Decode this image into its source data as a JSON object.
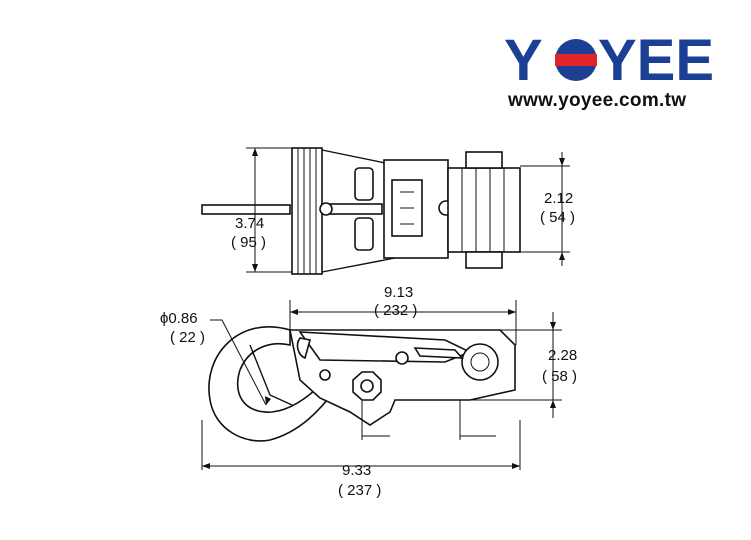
{
  "brand": {
    "logo_text": "YOYEE",
    "website": "www.yoyee.com.tw",
    "colors": {
      "logo_blue": "#1b3f95",
      "logo_red": "#e2252b",
      "line": "#111111"
    }
  },
  "top_view": {
    "height_in": "3.74",
    "height_mm": "( 95 )",
    "width_in": "2.12",
    "width_mm": "( 54 )"
  },
  "side_view": {
    "hook_dia_in": "ϕ0.86",
    "hook_dia_mm": "( 22 )",
    "body_len_in": "9.13",
    "body_len_mm": "( 232 )",
    "height_in": "2.28",
    "height_mm": "( 58 )",
    "overall_len_in": "9.33",
    "overall_len_mm": "( 237 )"
  }
}
